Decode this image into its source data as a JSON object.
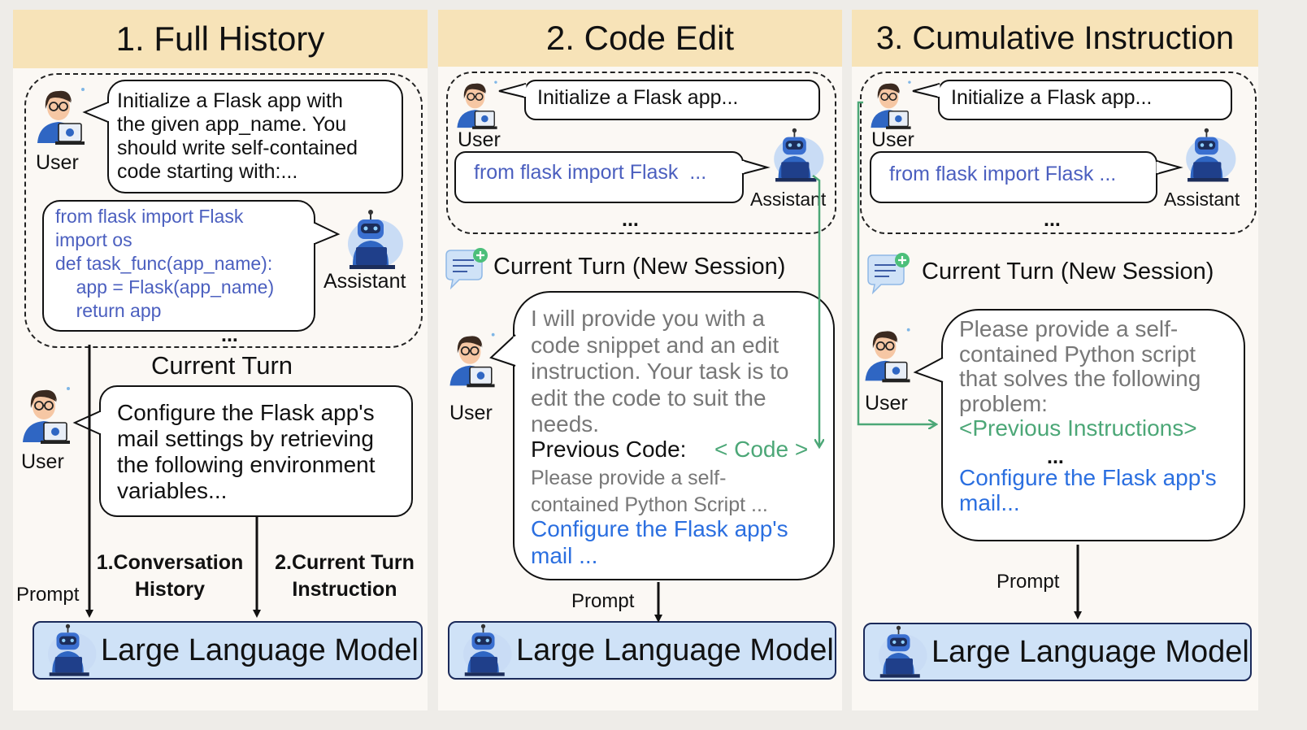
{
  "panels": [
    {
      "title": "1. Full History",
      "user_label": "User",
      "user_message": "Initialize a Flask app with\nthe given app_name. You\nshould write self-contained\ncode starting with:...",
      "assistant_label": "Assistant",
      "assistant_code": "from flask import Flask\nimport os\ndef task_func(app_name):\n    app = Flask(app_name)\n    return app",
      "ellipsis": "...",
      "current_turn_label": "Current Turn",
      "current_user_label": "User",
      "current_message": "Configure the Flask app's\nmail settings by retrieving\nthe following environment\nvariables...",
      "arrow_labels": [
        "Prompt",
        "1.Conversation\nHistory",
        "2.Current Turn\nInstruction"
      ],
      "llm_label": "Large Language Model"
    },
    {
      "title": "2. Code Edit",
      "user_label": "User",
      "user_message": "Initialize a Flask app...",
      "assistant_code": "from flask import Flask  ...",
      "assistant_label": "Assistant",
      "ellipsis": "...",
      "current_turn_label": "Current Turn (New Session)",
      "current_user_label": "User",
      "msg_intro": "I will provide you with a\ncode snippet and an edit\ninstruction. Your task is to\nedit the code to suit the\nneeds.",
      "msg_prev_code_label": "Previous Code:",
      "msg_code_tag": "< Code >",
      "msg_prompt": "Please provide a self-\ncontained Python Script ...",
      "msg_instruction": "Configure the Flask app's\nmail ...",
      "prompt_label": "Prompt",
      "llm_label": "Large Language Model"
    },
    {
      "title": "3. Cumulative Instruction",
      "user_label": "User",
      "user_message": "Initialize a Flask app...",
      "assistant_code": "from flask import Flask ...",
      "assistant_label": "Assistant",
      "ellipsis": "...",
      "current_turn_label": "Current Turn (New Session)",
      "current_user_label": "User",
      "msg_prompt": "Please provide a self-\ncontained Python script\nthat solves the following\nproblem:",
      "msg_prev_tag": "<Previous Instructions>",
      "msg_ellipsis": "...",
      "msg_instruction": "Configure the Flask app's\nmail...",
      "prompt_label": "Prompt",
      "llm_label": "Large Language Model"
    }
  ],
  "colors": {
    "header": "#f7e3b8",
    "code": "#4b5fbf",
    "blue_text": "#2b6fe0",
    "green": "#4ca777",
    "llm_fill": "#cfe2f7"
  },
  "icons": [
    "user-avatar-icon",
    "assistant-robot-icon",
    "new-chat-icon",
    "llm-robot-icon"
  ]
}
